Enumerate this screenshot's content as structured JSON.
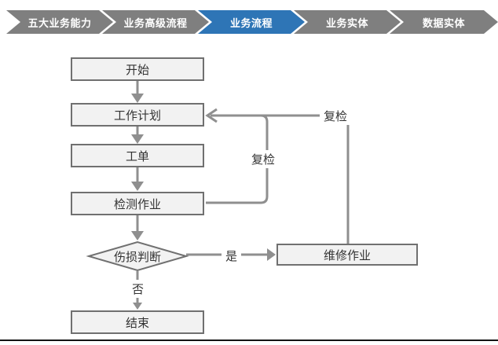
{
  "breadcrumb": {
    "items": [
      {
        "label": "五大业务能力",
        "active": false
      },
      {
        "label": "业务高级流程",
        "active": false
      },
      {
        "label": "业务流程",
        "active": true
      },
      {
        "label": "业务实体",
        "active": false
      },
      {
        "label": "数据实体",
        "active": false
      }
    ],
    "colors": {
      "crumb-active": "#2E75B6",
      "crumb-inactive": "#7F7F7F"
    }
  },
  "flowchart": {
    "nodes": {
      "start": {
        "label": "开始",
        "type": "process"
      },
      "plan": {
        "label": "工作计划",
        "type": "process"
      },
      "order": {
        "label": "工单",
        "type": "process"
      },
      "inspect": {
        "label": "检测作业",
        "type": "process"
      },
      "decision": {
        "label": "伤损判断",
        "type": "decision"
      },
      "repair": {
        "label": "维修作业",
        "type": "process"
      },
      "end": {
        "label": "结束",
        "type": "process"
      }
    },
    "edge_labels": {
      "yes": "是",
      "no": "否",
      "recheck_inner": "复检",
      "recheck_outer": "复检"
    },
    "colors": {
      "node-fill": "#F2F2F2",
      "node-border": "#707070",
      "node-text": "#333333",
      "connector": "#8F8F8F"
    }
  }
}
